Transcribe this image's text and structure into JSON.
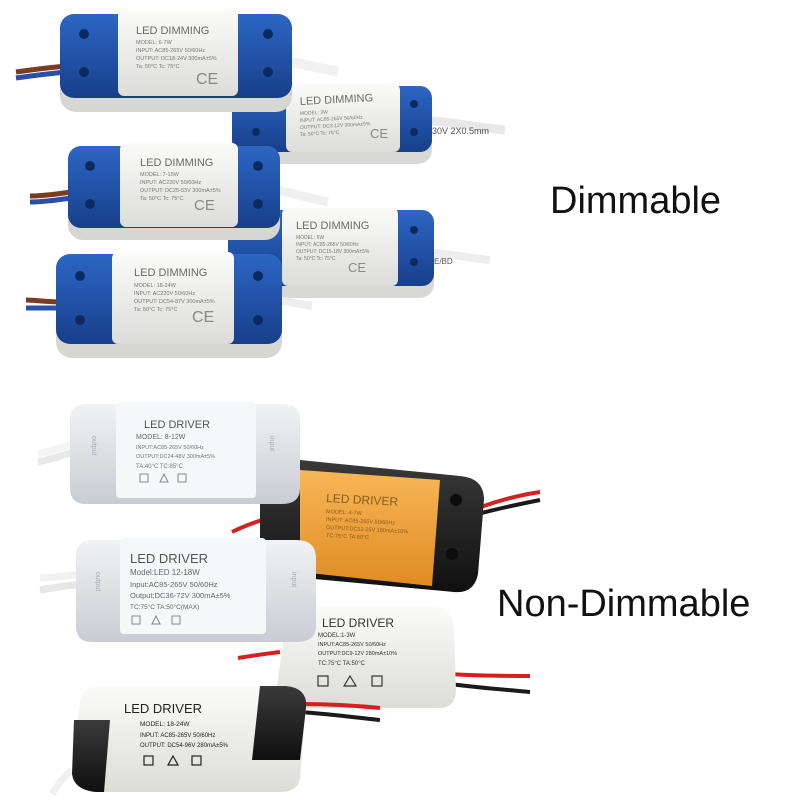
{
  "captions": {
    "dimmable": "Dimmable",
    "non_dimmable": "Non-Dimmable"
  },
  "colors": {
    "dimming_cap": "#1f55b0",
    "dimming_body": "#f2f2f0",
    "driver_grey": "#e4e6ea",
    "driver_orange": "#f2a53d",
    "driver_black": "#1e1e1e",
    "wire_red": "#d62020",
    "wire_brown": "#7a3b22"
  },
  "dimming_drivers": [
    {
      "brand": "LED DIMMING",
      "model": "MODEL: 6-7W",
      "input": "INPUT: AC85-265V 50/60Hz",
      "output": "OUTPUT: DC18-24V 300mA±5%",
      "temps": "Ta: 50°C   Tc: 75°C"
    },
    {
      "brand": "LED DIMMING",
      "model": "MODEL: 3W",
      "input": "INPUT: AC85-265V 50/60Hz",
      "output": "OUTPUT: DC3-12V 300mA±5%",
      "temps": "Ta: 50°C   Tc: 75°C"
    },
    {
      "brand": "LED DIMMING",
      "model": "MODEL: 7-15W",
      "input": "INPUT: AC220V 50/60Hz",
      "output": "OUTPUT: DC25-53V 300mA±5%",
      "temps": "Ta: 50°C   Tc: 75°C"
    },
    {
      "brand": "LED DIMMING",
      "model": "MODEL: 5W",
      "input": "INPUT: AC85-265V 50/60Hz",
      "output": "OUTPUT: DC15-18V 300mA±5%",
      "temps": "Ta: 50°C   Tc: 75°C"
    },
    {
      "brand": "LED DIMMING",
      "model": "MODEL: 18-24W",
      "input": "INPUT: AC220V 50/60Hz",
      "output": "OUTPUT: DC54-87V 300mA±5%",
      "temps": "Ta: 50°C   Tc: 75°C"
    }
  ],
  "dimming_cable_text": [
    "30V  2X0.5mm",
    "E/BD"
  ],
  "non_dimming_drivers": [
    {
      "brand": "LED DRIVER",
      "model": "MODEL: 8-12W",
      "input": "INPUT:AC85-265V 50/60Hz",
      "output": "OUTPUT:DC24-48V 300mA±5%",
      "temps": "TA:40°C TC:85°C"
    },
    {
      "brand": "LED DRIVER",
      "model": "MODEL: 4-7W",
      "input": "INPUT: AC85-265V 50/60Hz",
      "output": "OUTPUT:DC12-25V 180mA±10%",
      "temps": "TC:75°C  TA:50°C"
    },
    {
      "brand": "LED DRIVER",
      "model": "Model:LED 12-18W",
      "input": "Input:AC85-265V 50/60Hz",
      "output": "Output:DC36-72V 300mA±5%",
      "temps": "TC:75°C TA:50°C(MAX)"
    },
    {
      "brand": "LED DRIVER",
      "model": "MODEL:1-3W",
      "input": "INPUT:AC85-265V 50/60Hz",
      "output": "OUTPUT:DC9-12V 280mA±10%",
      "temps": "TC:75°C  TA:50°C"
    },
    {
      "brand": "LED DRIVER",
      "model": "MODEL: 18-24W",
      "input": "INPUT: AC85-265V 50/60Hz",
      "output": "OUTPUT: DC54-96V 280mA±5%",
      "temps": ""
    }
  ],
  "side_labels": [
    "input",
    "output"
  ],
  "cert_marks": [
    "CE"
  ]
}
